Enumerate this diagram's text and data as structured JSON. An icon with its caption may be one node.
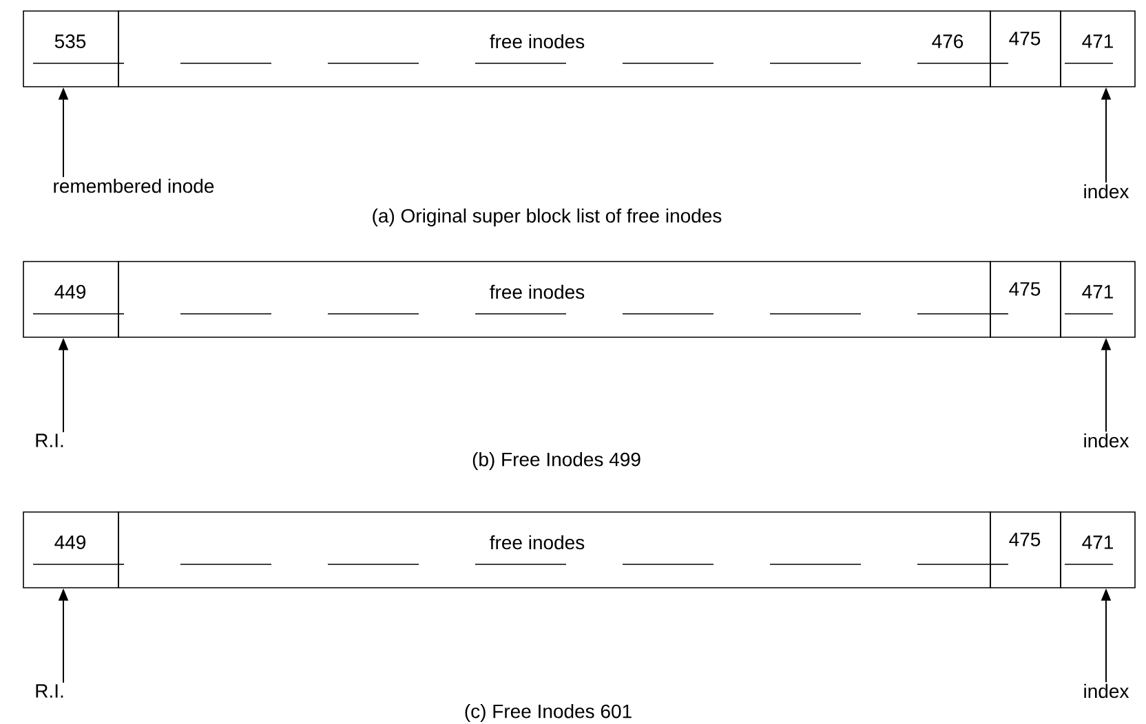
{
  "diagram": {
    "nodes": [
      {
        "text": [
          "535"
        ]
      },
      {
        "text": [
          "free inodes",
          "476"
        ]
      },
      {
        "text": [
          "475"
        ]
      },
      {
        "text": [
          "471"
        ]
      },
      {
        "text": [
          "remembered inode"
        ]
      },
      {
        "text": [
          "index"
        ]
      },
      {
        "text": [
          "449"
        ]
      },
      {
        "text": [
          "free inodes"
        ]
      },
      {
        "text": [
          "475"
        ]
      },
      {
        "text": [
          "471"
        ]
      },
      {
        "text": [
          "R.I."
        ]
      },
      {
        "text": [
          "index"
        ]
      },
      {
        "text": [
          "449"
        ]
      },
      {
        "text": [
          "free inodes"
        ]
      },
      {
        "text": [
          "475"
        ]
      },
      {
        "text": [
          "471"
        ]
      },
      {
        "text": [
          "R.I."
        ]
      },
      {
        "text": [
          "index"
        ]
      }
    ],
    "edges": [
      {
        "from": 4,
        "to": 0,
        "arrow": "to"
      },
      {
        "from": 5,
        "to": 3,
        "arrow": "to"
      },
      {
        "from": 10,
        "to": 6,
        "arrow": "to"
      },
      {
        "from": 11,
        "to": 9,
        "arrow": "to"
      },
      {
        "from": 16,
        "to": 12,
        "arrow": "to"
      },
      {
        "from": 17,
        "to": 15,
        "arrow": "to"
      }
    ],
    "labels": [
      "(a)  Original super block list of free inodes",
      "(b)  Free Inodes 499",
      "(c)  Free Inodes 601"
    ]
  }
}
